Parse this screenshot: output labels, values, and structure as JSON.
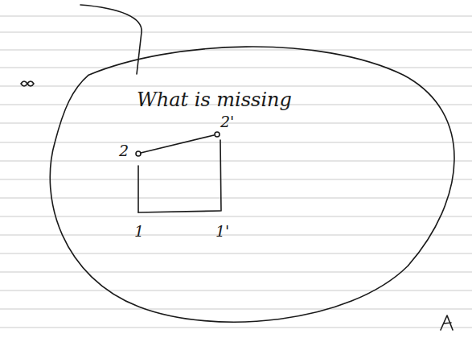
{
  "diagram": {
    "nodes": [
      {
        "text": [
          "What is missing"
        ]
      }
    ],
    "labels": [
      "2",
      "2'",
      "1",
      "1'"
    ]
  }
}
